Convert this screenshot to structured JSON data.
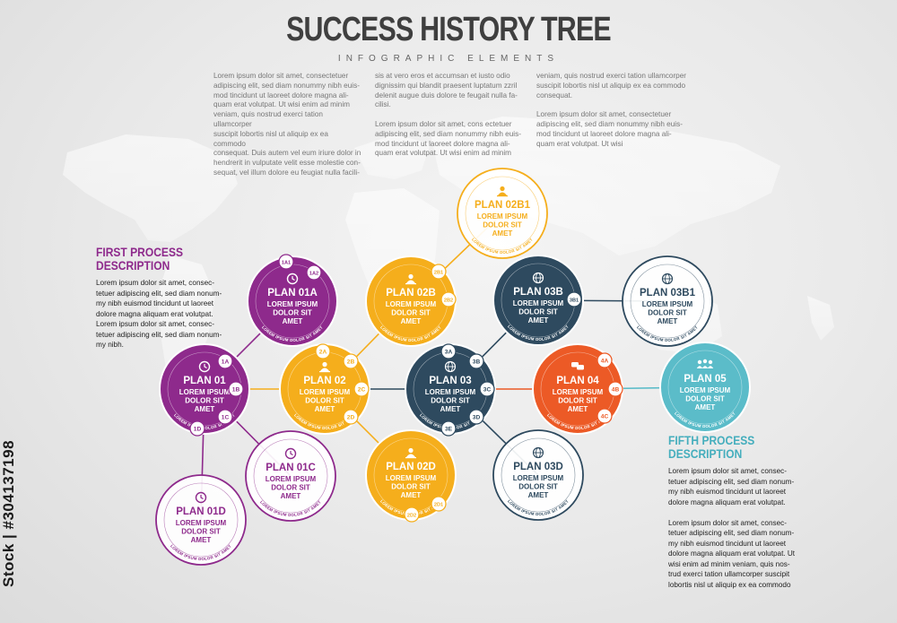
{
  "header": {
    "title": "SUCCESS HISTORY TREE",
    "subtitle": "INFOGRAPHIC ELEMENTS"
  },
  "intro_columns": [
    [
      "Lorem ipsum dolor sit amet, consectetuer",
      "adipiscing elit, sed diam nonummy nibh euis-",
      "mod tincidunt ut laoreet dolore magna ali-",
      "quam erat volutpat. Ut wisi enim ad minim",
      "veniam, quis nostrud exerci tation ullamcorper",
      "suscipit lobortis nisl ut aliquip ex ea commodo",
      "consequat. Duis autem vel eum iriure dolor in",
      "hendrerit in vulputate velit esse molestie con-",
      "sequat, vel illum dolore eu feugiat nulla facili-"
    ],
    [
      "sis at vero eros et accumsan et iusto odio",
      "dignissim qui blandit praesent luptatum zzril",
      "delenit augue duis dolore te feugait nulla fa-",
      "cilisi.",
      "",
      "Lorem ipsum dolor sit amet, cons ectetuer",
      "adipiscing elit, sed diam nonummy nibh euis-",
      "mod tincidunt ut laoreet dolore magna ali-",
      "quam erat volutpat. Ut wisi enim ad minim"
    ],
    [
      "veniam, quis nostrud exerci tation ullamcorper",
      "suscipit lobortis nisl ut aliquip ex ea commodo",
      "consequat.",
      "",
      "Lorem ipsum dolor sit amet, consectetuer",
      "adipiscing elit, sed diam nonummy nibh euis-",
      "mod tincidunt ut laoreet dolore magna ali-",
      "quam erat volutpat. Ut wisi"
    ]
  ],
  "first_desc": {
    "title_lines": [
      "FIRST PROCESS",
      "DESCRIPTION"
    ],
    "body_lines": [
      "Lorem ipsum dolor sit amet, consec-",
      "tetuer adipiscing elit, sed diam nonum-",
      "my nibh euismod tincidunt ut laoreet",
      "dolore magna aliquam erat volutpat.",
      "Lorem ipsum dolor sit amet, consec-",
      "tetuer adipiscing elit, sed diam nonum-",
      "my nibh."
    ]
  },
  "fifth_desc": {
    "title_lines": [
      "FIFTH PROCESS",
      "DESCRIPTION"
    ],
    "body_lines": [
      "Lorem ipsum dolor sit amet, consec-",
      "tetuer adipiscing elit, sed diam nonum-",
      "my nibh euismod tincidunt ut laoreet",
      "dolore magna aliquam erat volutpat.",
      "",
      "Lorem ipsum dolor sit amet, consec-",
      "tetuer adipiscing elit, sed diam nonum-",
      "my nibh euismod tincidunt ut laoreet",
      "dolore magna aliquam erat volutpat. Ut",
      "wisi enim ad minim veniam, quis nos-",
      "trud exerci tation ullamcorper suscipit",
      "lobortis nisl ut aliquip ex ea commodo"
    ]
  },
  "watermark": "Stock | #304137198",
  "colors": {
    "purple": "#8e2a8c",
    "yellow": "#f5ae1c",
    "navy": "#2e4a5f",
    "orange": "#ec5a26",
    "teal": "#5bbcc9",
    "outline": "#ffffff"
  },
  "plan_sub_lines": [
    "LOREM IPSUM",
    "DOLOR SIT",
    "AMET"
  ],
  "ring_text": "LOREM IPSUM DOLOR SIT AMET",
  "nodes": [
    {
      "id": "plan01",
      "label": "PLAN 01",
      "color": "purple",
      "style": "filled",
      "icon": "clock-icon"
    },
    {
      "id": "plan01a",
      "label": "PLAN 01A",
      "color": "purple",
      "style": "filled",
      "icon": "clock-icon"
    },
    {
      "id": "plan01c",
      "label": "PLAN 01C",
      "color": "purple",
      "style": "outline",
      "icon": "clock-icon"
    },
    {
      "id": "plan01d",
      "label": "PLAN 01D",
      "color": "purple",
      "style": "outline",
      "icon": "clock-icon"
    },
    {
      "id": "plan02",
      "label": "PLAN 02",
      "color": "yellow",
      "style": "filled",
      "icon": "user-icon"
    },
    {
      "id": "plan02b",
      "label": "PLAN 02B",
      "color": "yellow",
      "style": "filled",
      "icon": "user-icon"
    },
    {
      "id": "plan02b1",
      "label": "PLAN 02B1",
      "color": "yellow",
      "style": "outline",
      "icon": "user-icon"
    },
    {
      "id": "plan02d",
      "label": "PLAN 02D",
      "color": "yellow",
      "style": "filled",
      "icon": "user-icon"
    },
    {
      "id": "plan03",
      "label": "PLAN 03",
      "color": "navy",
      "style": "filled",
      "icon": "globe-icon"
    },
    {
      "id": "plan03b",
      "label": "PLAN 03B",
      "color": "navy",
      "style": "filled",
      "icon": "globe-icon"
    },
    {
      "id": "plan03b1",
      "label": "PLAN 03B1",
      "color": "navy",
      "style": "outline",
      "icon": "globe-icon"
    },
    {
      "id": "plan03d",
      "label": "PLAN 03D",
      "color": "navy",
      "style": "outline",
      "icon": "globe-icon"
    },
    {
      "id": "plan04",
      "label": "PLAN 04",
      "color": "orange",
      "style": "filled",
      "icon": "chat-icon"
    },
    {
      "id": "plan05",
      "label": "PLAN 05",
      "color": "teal",
      "style": "filled",
      "icon": "people-icon"
    }
  ],
  "connectors": [
    {
      "from": "plan01",
      "to": "plan01a"
    },
    {
      "from": "plan01",
      "to": "plan02"
    },
    {
      "from": "plan01",
      "to": "plan01c"
    },
    {
      "from": "plan01",
      "to": "plan01d"
    },
    {
      "from": "plan02",
      "to": "plan02b"
    },
    {
      "from": "plan02",
      "to": "plan03"
    },
    {
      "from": "plan02",
      "to": "plan02d"
    },
    {
      "from": "plan02b",
      "to": "plan02b1"
    },
    {
      "from": "plan03",
      "to": "plan03b"
    },
    {
      "from": "plan03",
      "to": "plan04"
    },
    {
      "from": "plan03",
      "to": "plan03d"
    },
    {
      "from": "plan03b",
      "to": "plan03b1"
    },
    {
      "from": "plan04",
      "to": "plan05"
    }
  ],
  "badges": [
    {
      "label": "1A1",
      "node": "plan01a"
    },
    {
      "label": "1A2",
      "node": "plan01a"
    },
    {
      "label": "1A",
      "node": "plan01"
    },
    {
      "label": "1B",
      "node": "plan01"
    },
    {
      "label": "1C",
      "node": "plan01"
    },
    {
      "label": "1D",
      "node": "plan01"
    },
    {
      "label": "2A",
      "node": "plan02"
    },
    {
      "label": "2B",
      "node": "plan02"
    },
    {
      "label": "2C",
      "node": "plan02"
    },
    {
      "label": "2D",
      "node": "plan02"
    },
    {
      "label": "2B1",
      "node": "plan02b"
    },
    {
      "label": "2B2",
      "node": "plan02b"
    },
    {
      "label": "2D1",
      "node": "plan02d"
    },
    {
      "label": "2D2",
      "node": "plan02d"
    },
    {
      "label": "3A",
      "node": "plan03"
    },
    {
      "label": "3B",
      "node": "plan03"
    },
    {
      "label": "3C",
      "node": "plan03"
    },
    {
      "label": "3D",
      "node": "plan03"
    },
    {
      "label": "3E",
      "node": "plan03"
    },
    {
      "label": "3B1",
      "node": "plan03b"
    },
    {
      "label": "4A",
      "node": "plan04"
    },
    {
      "label": "4B",
      "node": "plan04"
    },
    {
      "label": "4C",
      "node": "plan04"
    }
  ]
}
